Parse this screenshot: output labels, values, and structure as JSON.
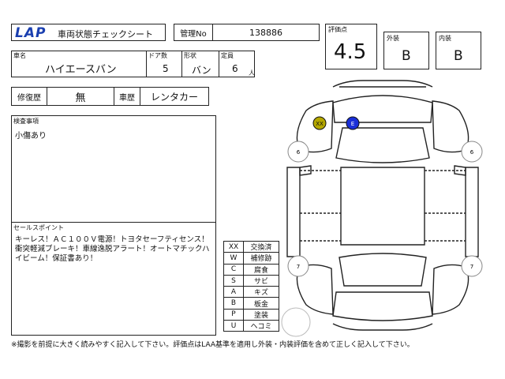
{
  "header": {
    "logo_text": "LAP",
    "sheet_title": "車両状態チェックシート",
    "management_label": "管理No",
    "management_no": "138886"
  },
  "score": {
    "label": "評価点",
    "value": "4.5",
    "exterior_label": "外装",
    "exterior_grade": "B",
    "interior_label": "内装",
    "interior_grade": "B"
  },
  "vehicle": {
    "name_label": "車名",
    "name": "ハイエースバン",
    "doors_label": "ドア数",
    "doors": "5",
    "shape_label": "形状",
    "shape": "バン",
    "capacity_label": "定員",
    "capacity": "6",
    "capacity_unit": "人"
  },
  "history": {
    "repair_label": "修復歴",
    "repair_value": "無",
    "record_label": "車歴",
    "record_value": "レンタカー"
  },
  "inspection": {
    "label": "検査事項",
    "text": "小傷あり"
  },
  "sales": {
    "label": "セールスポイント",
    "text": "キーレス！ＡＣ１００Ｖ電源！トヨタセーフティセンス！衝突軽減ブレーキ！車線逸脱アラート！オートマチックハイビーム！保証書あり！"
  },
  "legend": [
    {
      "code": "XX",
      "meaning": "交換済"
    },
    {
      "code": "W",
      "meaning": "補修跡"
    },
    {
      "code": "C",
      "meaning": "腐食"
    },
    {
      "code": "S",
      "meaning": "サビ"
    },
    {
      "code": "A",
      "meaning": "キズ"
    },
    {
      "code": "B",
      "meaning": "板金"
    },
    {
      "code": "P",
      "meaning": "塗装"
    },
    {
      "code": "U",
      "meaning": "ヘコミ"
    }
  ],
  "diagram": {
    "marker_xx": "XX",
    "marker_e": "E",
    "wheel_front": "6",
    "wheel_rear": "7",
    "marker_xx_color": "#b5a800",
    "marker_e_color": "#1a2fd8"
  },
  "footer": {
    "note": "※撮影を前提に大きく読みやすく記入して下さい。評価点はLAA基準を適用し外装・内装評価を含めて正しく記入して下さい。"
  }
}
